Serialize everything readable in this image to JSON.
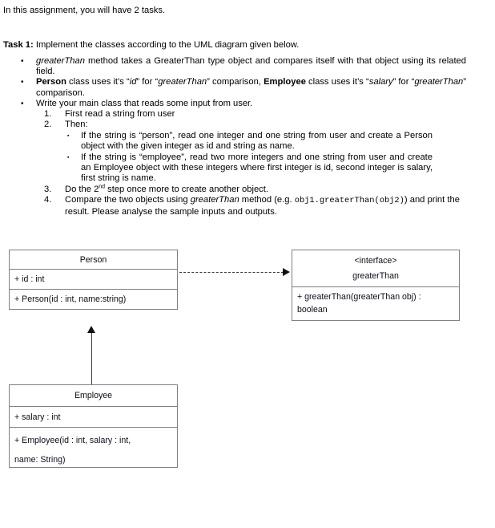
{
  "document": {
    "intro": "In this assignment, you will have 2 tasks.",
    "task_label": "Task 1:",
    "task_text": " Implement the classes according to the UML diagram given below."
  },
  "bullets": {
    "b1_a": "greaterThan",
    "b1_b": " method takes a GreaterThan type object and compares itself with that object using its related field.",
    "b2_person": "Person",
    "b2_t1": " class uses it’s “",
    "b2_id": "id",
    "b2_t2": "” for “",
    "b2_gt1": "greaterThan",
    "b2_t3": "” comparison, ",
    "b2_employee": "Employee",
    "b2_t4": " class uses it’s “",
    "b2_salary": "salary",
    "b2_t5": "” for “",
    "b2_gt2": "greaterThan",
    "b2_t6": "” comparison.",
    "b3": "Write your main class that reads some input from user.",
    "marker_disc": "•",
    "marker_square": "▪"
  },
  "numbered": {
    "n1_mark": "1.",
    "n1": "First read a string from user",
    "n2_mark": "2.",
    "n2": "Then:",
    "n3_mark": "3.",
    "n3_pre": "Do the 2",
    "n3_sup": "nd",
    "n3_post": " step once more to create another object.",
    "n4_mark": "4.",
    "n4_pre": "Compare the two objects using ",
    "n4_it": "greaterThan",
    "n4_mid": " method (e.g. ",
    "n4_code": "obj1.greaterThan(obj2)",
    "n4_post": ") and print the result. Please analyse the sample inputs and outputs."
  },
  "sub_bullets": {
    "s1": "If the string is “person”, read one integer and one string from user and create a Person object with the given integer as id and string as name.",
    "s2": "If the string is “employee”, read two more integers and one string from user and create an Employee object with these integers where first integer is id, second integer is salary, first string is name."
  },
  "uml": {
    "person": {
      "title": "Person",
      "attribute": "+ id : int",
      "operation": "+ Person(id : int, name:string)"
    },
    "interface": {
      "stereotype": "<interface>",
      "title": "greaterThan",
      "operation_line1": "+ greaterThan(greaterThan obj) :",
      "operation_line2": "boolean"
    },
    "employee": {
      "title": "Employee",
      "attribute": "+ salary : int",
      "operation_line1": "+ Employee(id : int, salary : int,",
      "operation_line2": "name: String)"
    },
    "colors": {
      "border": "#808080",
      "text": "#0d0d1a",
      "connector": "#3c3c3c"
    }
  }
}
